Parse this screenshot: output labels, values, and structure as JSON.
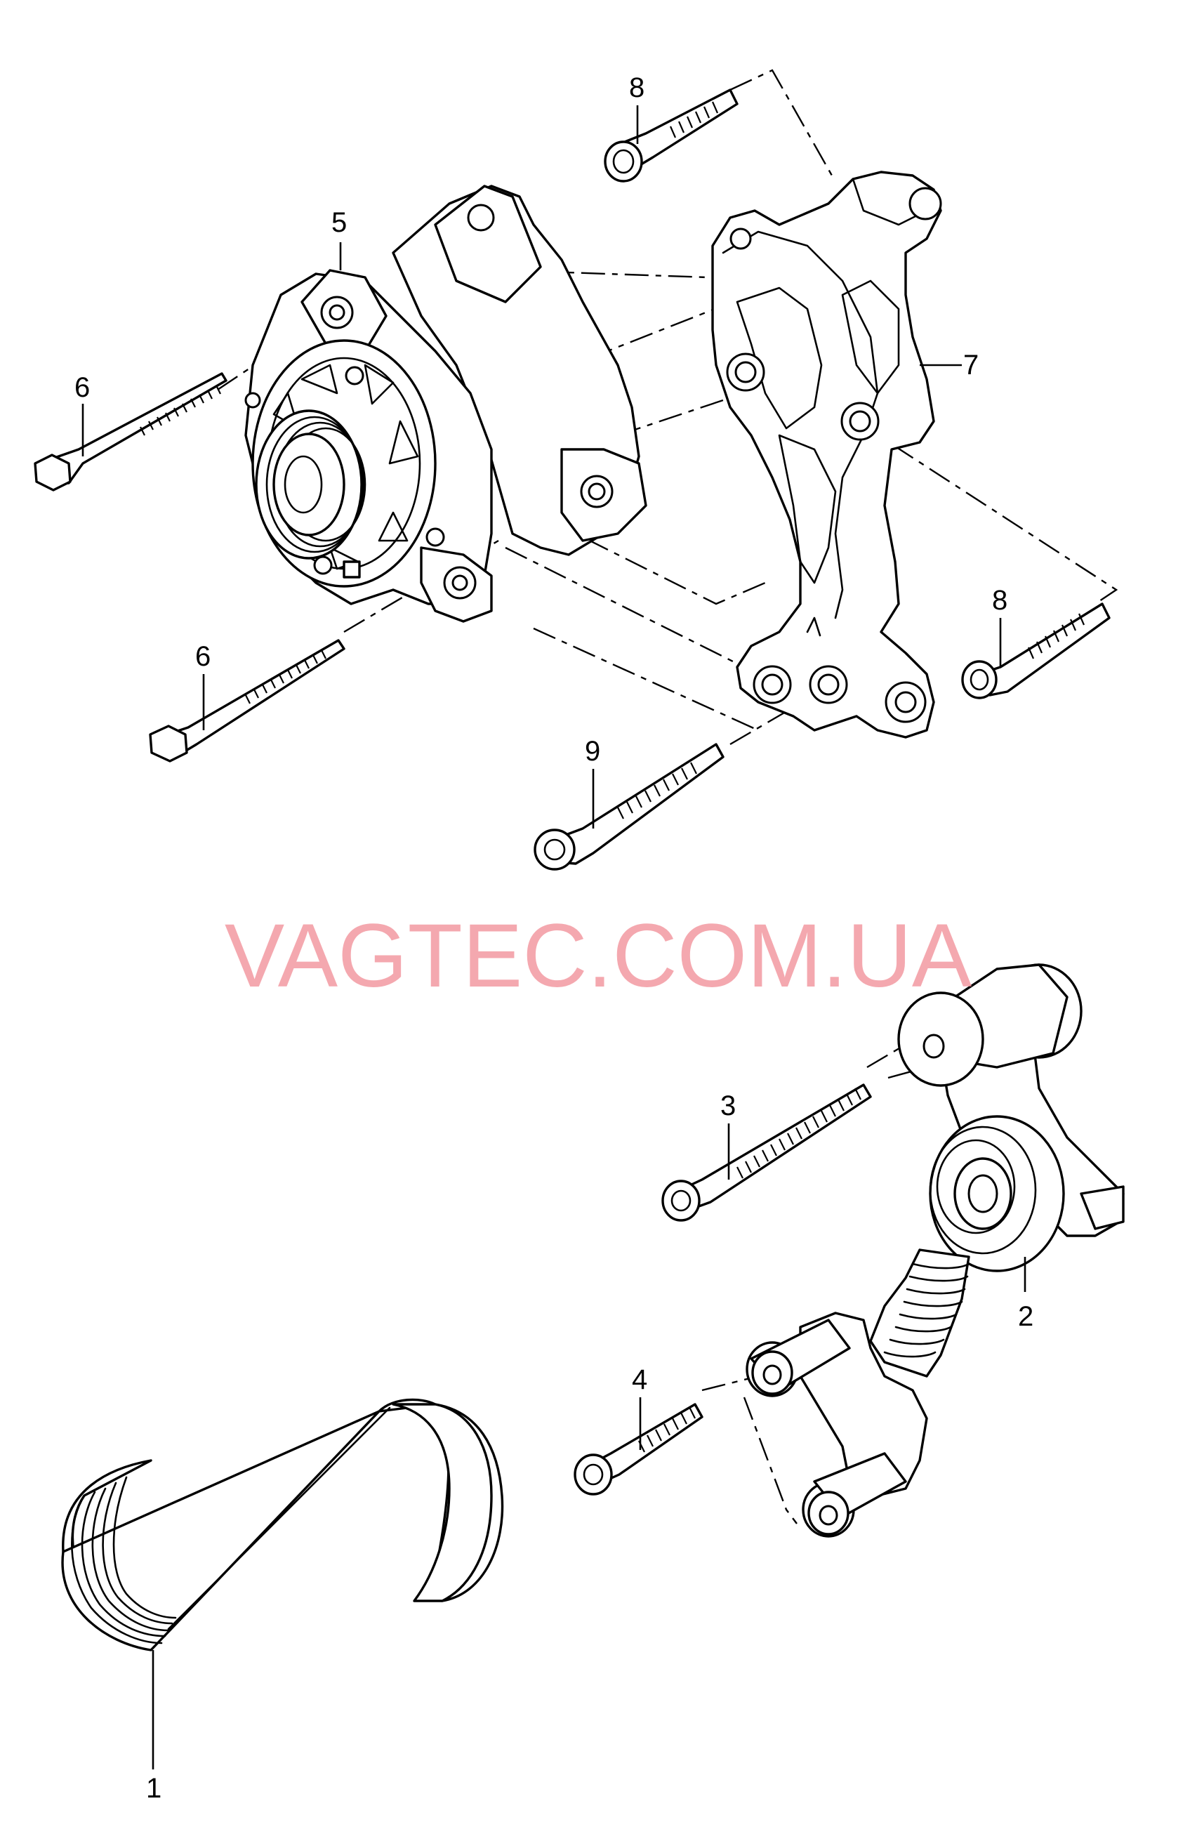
{
  "watermark": "VAGTEC.COM.UA",
  "callouts": {
    "c1": "1",
    "c2": "2",
    "c3": "3",
    "c4": "4",
    "c5": "5",
    "c6a": "6",
    "c6b": "6",
    "c7": "7",
    "c8a": "8",
    "c8b": "8",
    "c9": "9"
  },
  "colors": {
    "line": "#000000",
    "background": "#ffffff",
    "watermark": "#f39aa2"
  }
}
